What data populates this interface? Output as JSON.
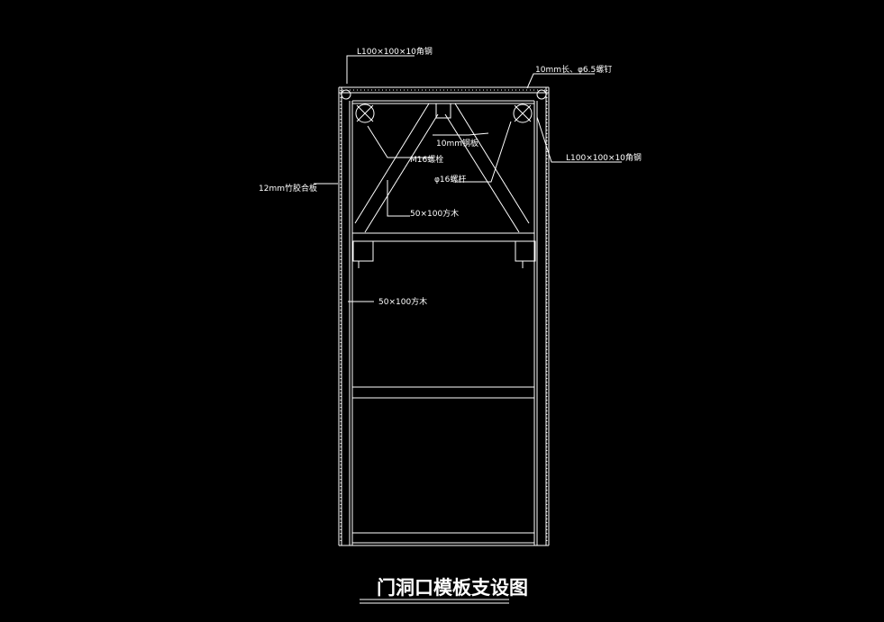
{
  "title": "门洞口模板支设图",
  "labels": {
    "angle_steel_top_left": "L100×100×10角钢",
    "bolt_top_right": "10mm长、φ6.5螺钉",
    "angle_steel_right": "L100×100×10角钢",
    "bolt_left": "M16螺栓",
    "steel_plate": "10mm钢板",
    "bolt_rod": "φ16螺杆",
    "plywood": "12mm竹胶合板",
    "timber_inner": "50×100方木",
    "timber_lower": "50×100方木"
  }
}
